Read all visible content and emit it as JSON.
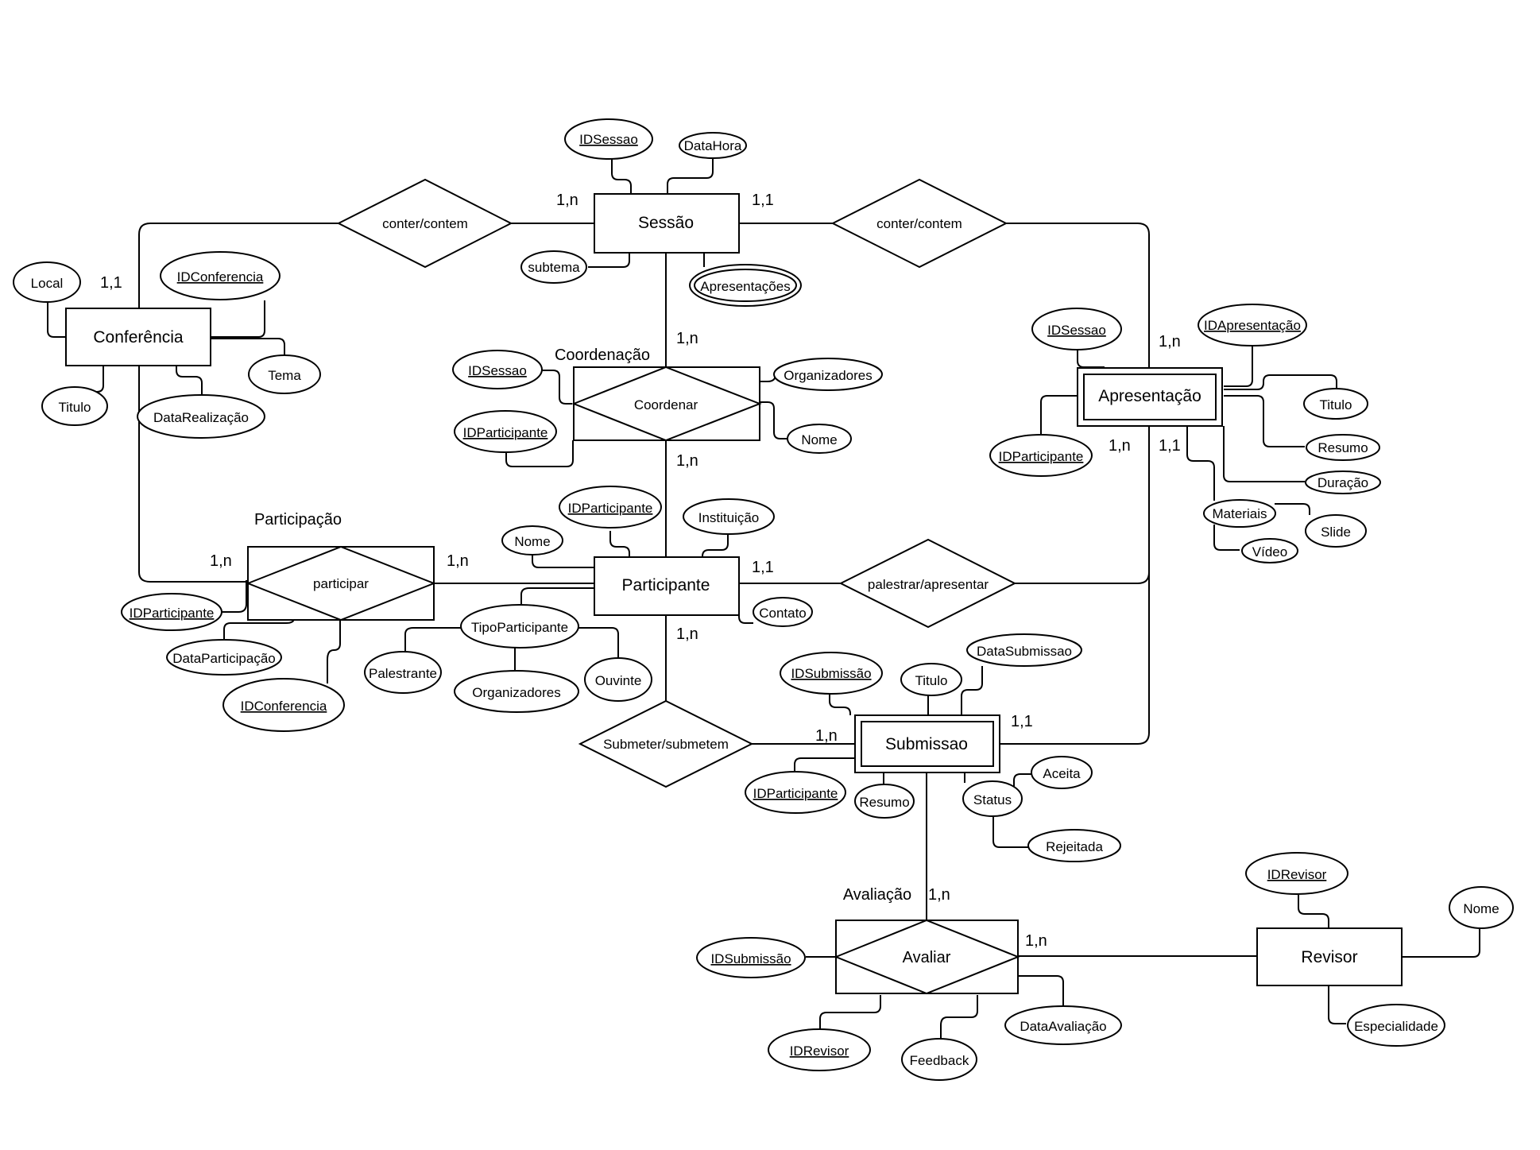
{
  "entities": {
    "sessao": "Sessão",
    "conferencia": "Conferência",
    "participante": "Participante",
    "apresentacao": "Apresentação",
    "submissao": "Submissao",
    "revisor": "Revisor"
  },
  "relationships": {
    "conter_conf_sessao": "conter/contem",
    "conter_sessao_apres": "conter/contem",
    "coordenar": "Coordenar",
    "participar": "participar",
    "palestrar": "palestrar/apresentar",
    "submeter": "Submeter/submetem",
    "avaliar": "Avaliar"
  },
  "group_labels": {
    "coordenacao": "Coordenação",
    "participacao": "Participação",
    "avaliacao": "Avaliação"
  },
  "attributes": {
    "sessao_idsessao": "IDSessao",
    "sessao_datahora": "DataHora",
    "sessao_subtema": "subtema",
    "sessao_apresentacoes": "Apresentações",
    "conf_local": "Local",
    "conf_idconferencia": "IDConferencia",
    "conf_tema": "Tema",
    "conf_titulo": "Titulo",
    "conf_datarealizacao": "DataRealização",
    "coord_idsessao": "IDSessao",
    "coord_idparticipante": "IDParticipante",
    "coord_organizadores": "Organizadores",
    "coord_nome": "Nome",
    "apres_idsessao": "IDSessao",
    "apres_idapresentacao": "IDApresentação",
    "apres_idparticipante": "IDParticipante",
    "apres_titulo": "Titulo",
    "apres_resumo": "Resumo",
    "apres_duracao": "Duração",
    "apres_materiais": "Materiais",
    "apres_slide": "Slide",
    "apres_video": "Vídeo",
    "part_idparticipante": "IDParticipante",
    "part_instituicao": "Instituição",
    "part_nome": "Nome",
    "part_contato": "Contato",
    "part_tipoparticipante": "TipoParticipante",
    "tipo_palestrante": "Palestrante",
    "tipo_organizadores": "Organizadores",
    "tipo_ouvinte": "Ouvinte",
    "partic_idparticipante": "IDParticipante",
    "partic_dataparticipacao": "DataParticipação",
    "partic_idconferencia": "IDConferencia",
    "sub_idsubmissao": "IDSubmissão",
    "sub_titulo": "Titulo",
    "sub_datasubmissao": "DataSubmissao",
    "sub_idparticipante": "IDParticipante",
    "sub_resumo": "Resumo",
    "sub_status": "Status",
    "status_aceita": "Aceita",
    "status_rejeitada": "Rejeitada",
    "aval_idsubmissao": "IDSubmissão",
    "aval_idrevisor": "IDRevisor",
    "aval_feedback": "Feedback",
    "aval_dataavaliacao": "DataAvaliação",
    "rev_idrevisor": "IDRevisor",
    "rev_nome": "Nome",
    "rev_especialidade": "Especialidade"
  },
  "cardinalities": {
    "sessao_conf": "1,n",
    "sessao_apres": "1,1",
    "conf_sessao": "1,1",
    "sessao_coord": "1,n",
    "part_coord": "1,n",
    "apres_sessao": "1,n",
    "apres_part": "1,n",
    "apres_sub": "1,1",
    "conf_partic": "1,n",
    "part_partic": "1,n",
    "part_palestrar": "1,1",
    "part_submeter": "1,n",
    "sub_submeter": "1,n",
    "sub_apres": "1,1",
    "sub_aval": "1,n",
    "rev_aval": "1,n"
  }
}
